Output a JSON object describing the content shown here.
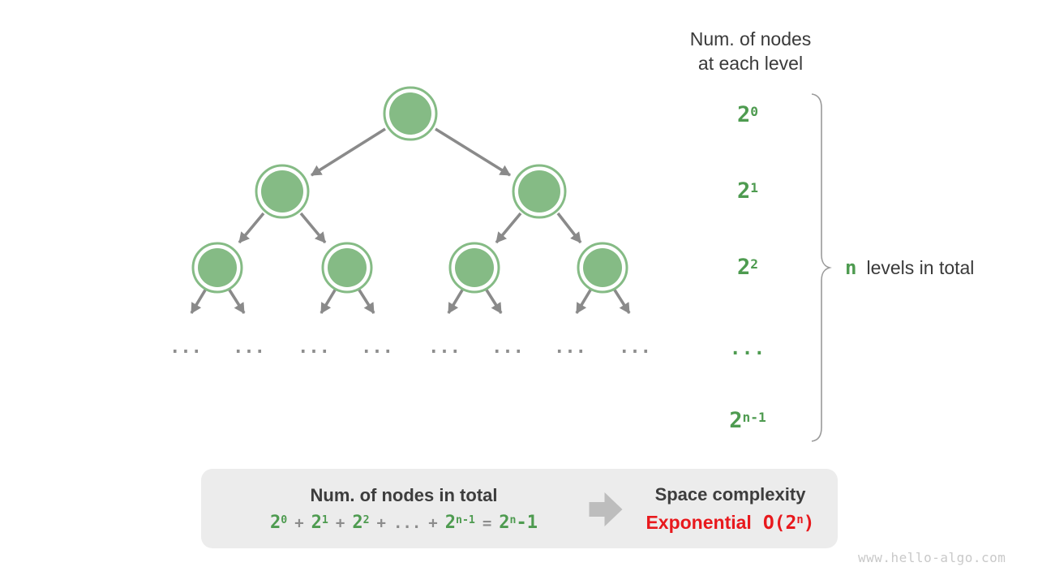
{
  "header": {
    "line1": "Num. of nodes",
    "line2": "at each level"
  },
  "levels": [
    {
      "base": "2",
      "sup": "0"
    },
    {
      "base": "2",
      "sup": "1"
    },
    {
      "base": "2",
      "sup": "2"
    },
    {
      "base": "..."
    },
    {
      "base": "2",
      "sup": "n-1"
    }
  ],
  "brace_label": {
    "n": "n",
    "text": "levels in total"
  },
  "tree": {
    "ellipsis": "..."
  },
  "box": {
    "left_title": "Num. of nodes in total",
    "formula": {
      "tokens": [
        {
          "base": "2",
          "sup": "0"
        },
        {
          "base": "+"
        },
        {
          "base": "2",
          "sup": "1"
        },
        {
          "base": "+"
        },
        {
          "base": "2",
          "sup": "2"
        },
        {
          "base": "+"
        },
        {
          "base": "..."
        },
        {
          "base": "+"
        },
        {
          "base": "2",
          "sup": "n-1"
        },
        {
          "base": "="
        },
        {
          "base": "2",
          "sup": "n",
          "rest": "-1"
        }
      ]
    },
    "right_title": "Space complexity",
    "complexity": {
      "word": "Exponential",
      "o_open": "O(2",
      "o_sup": "n",
      "o_close": ")"
    }
  },
  "watermark": "www.hello-algo.com",
  "colors": {
    "node_green": "#85bb85",
    "accent_green": "#4e9b50",
    "result_red": "#e8191d",
    "edge_gray": "#8a8a8a",
    "box_background": "#ececec",
    "text_dark": "#3a3a3a"
  }
}
